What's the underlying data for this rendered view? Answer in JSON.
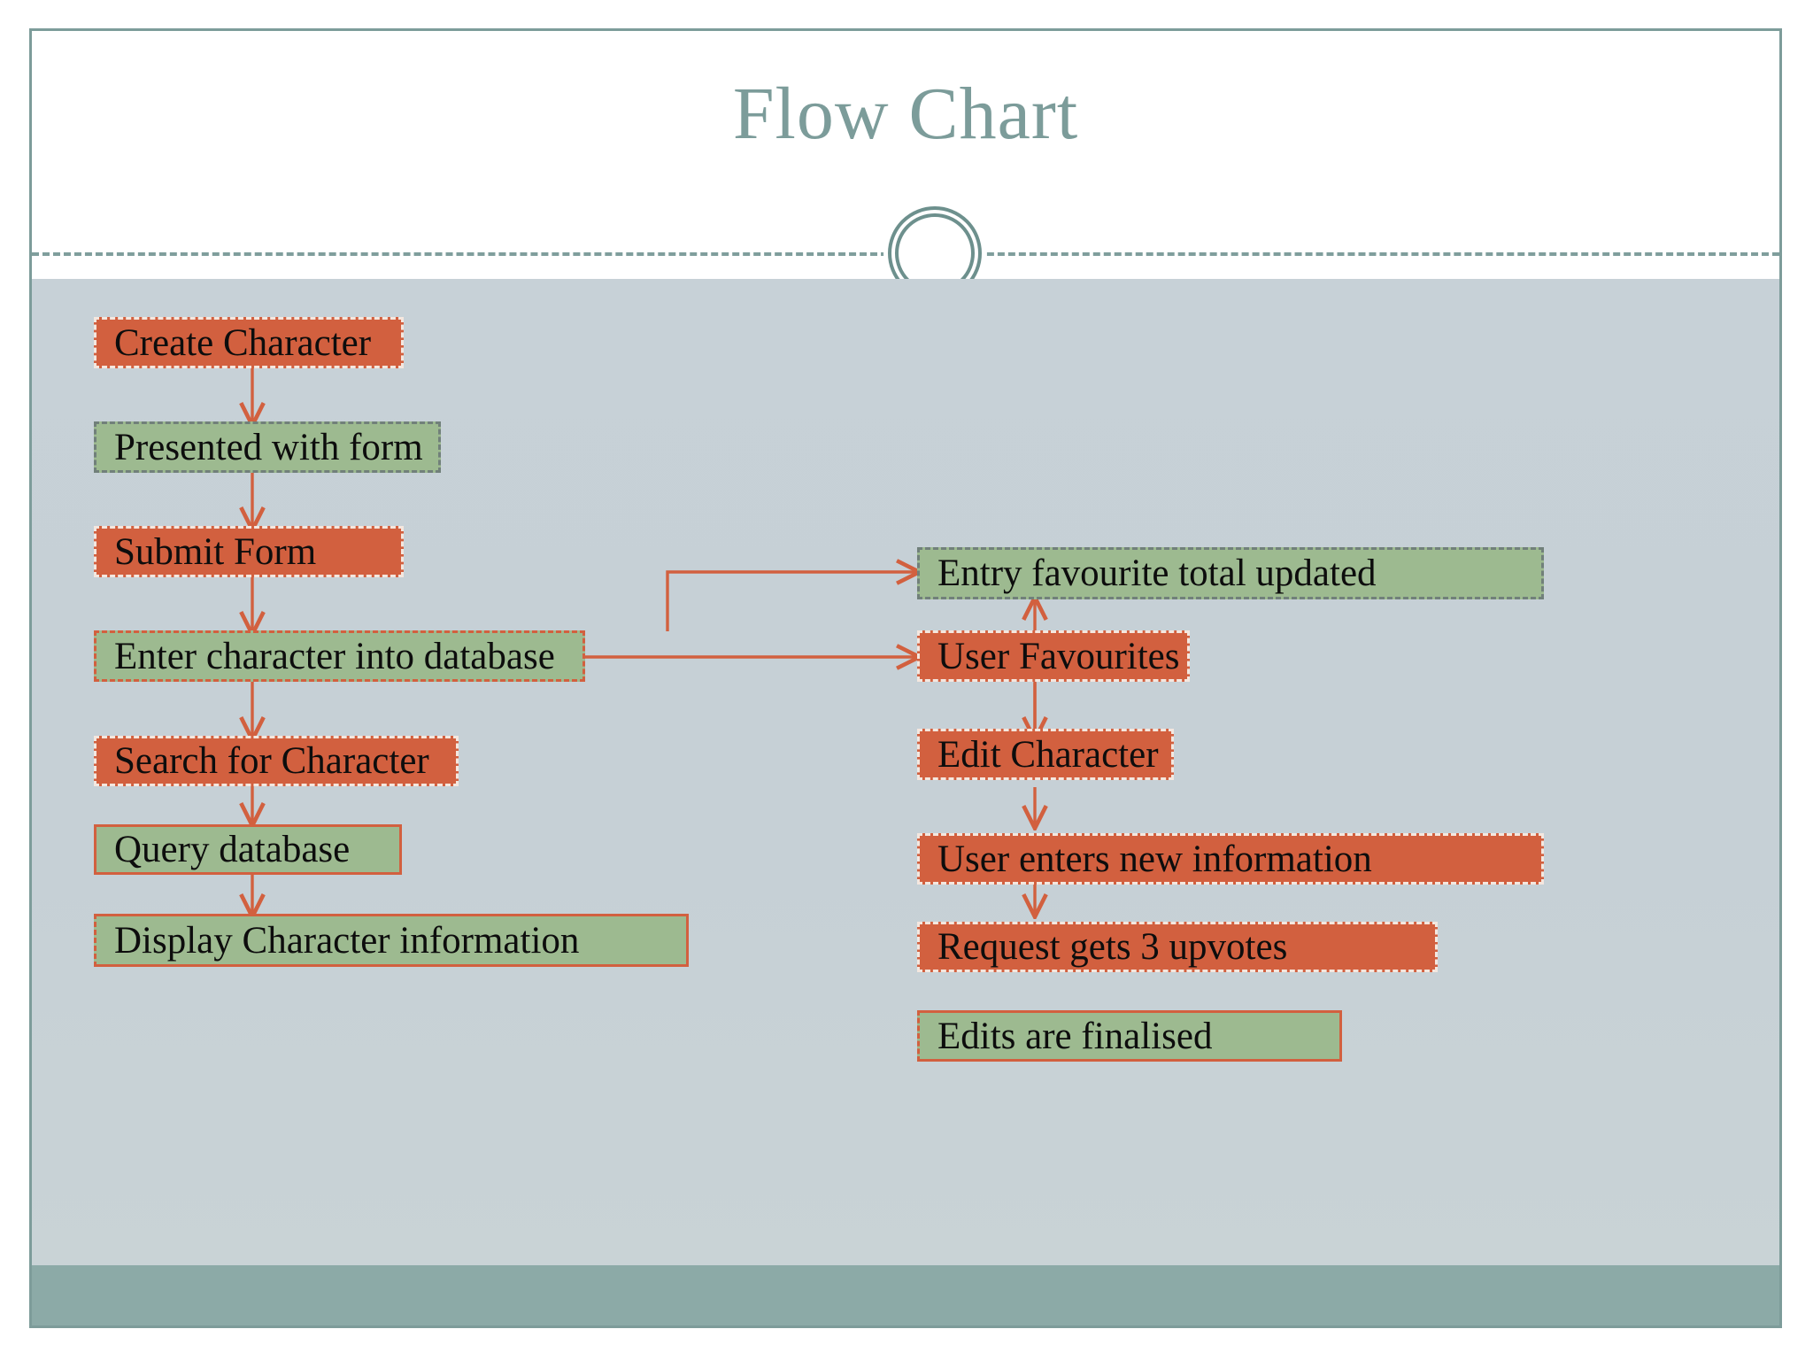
{
  "slide": {
    "title": "Flow Chart",
    "accent_color": "#7c9c9a",
    "body_bg": "#c6d0d6",
    "footer_color": "#8caaa7",
    "orange": "#d2603f",
    "green": "#9dba90",
    "arrow_color": "#d2603f"
  },
  "chart_data": {
    "type": "diagram",
    "title": "Flow Chart",
    "nodes": [
      {
        "id": "create-character",
        "label": "Create Character",
        "column": "left",
        "fill": "#d2603f",
        "border": "dashed-white"
      },
      {
        "id": "presented-with-form",
        "label": "Presented with form",
        "column": "left",
        "fill": "#9dba90",
        "border": "dashed-gray"
      },
      {
        "id": "submit-form",
        "label": "Submit Form",
        "column": "left",
        "fill": "#d2603f",
        "border": "dashed-white"
      },
      {
        "id": "enter-character-into-database",
        "label": "Enter character into database",
        "column": "left",
        "fill": "#9dba90",
        "border": "dashed-orange"
      },
      {
        "id": "search-for-character",
        "label": "Search for Character",
        "column": "left",
        "fill": "#d2603f",
        "border": "dashed-white"
      },
      {
        "id": "query-database",
        "label": "Query database",
        "column": "left",
        "fill": "#9dba90",
        "border": "solid-orange"
      },
      {
        "id": "display-character-information",
        "label": "Display Character information",
        "column": "left",
        "fill": "#9dba90",
        "border": "solid-orange"
      },
      {
        "id": "entry-favourite-total-updated",
        "label": "Entry favourite total updated",
        "column": "right",
        "fill": "#9dba90",
        "border": "dashed-gray"
      },
      {
        "id": "user-favourites",
        "label": "User Favourites",
        "column": "right",
        "fill": "#d2603f",
        "border": "dashed-white"
      },
      {
        "id": "edit-character",
        "label": "Edit Character",
        "column": "right",
        "fill": "#d2603f",
        "border": "dashed-white"
      },
      {
        "id": "user-enters-new-information",
        "label": "User enters new information",
        "column": "right",
        "fill": "#d2603f",
        "border": "dashed-white"
      },
      {
        "id": "request-gets-3-upvotes",
        "label": "Request gets 3 upvotes",
        "column": "right",
        "fill": "#d2603f",
        "border": "dashed-white"
      },
      {
        "id": "edits-are-finalised",
        "label": "Edits are finalised",
        "column": "right",
        "fill": "#9dba90",
        "border": "solid-orange"
      }
    ],
    "edges": [
      {
        "from": "create-character",
        "to": "presented-with-form",
        "style": "straight-down"
      },
      {
        "from": "presented-with-form",
        "to": "submit-form",
        "style": "straight-down"
      },
      {
        "from": "submit-form",
        "to": "enter-character-into-database",
        "style": "straight-down"
      },
      {
        "from": "enter-character-into-database",
        "to": "search-for-character",
        "style": "straight-down"
      },
      {
        "from": "search-for-character",
        "to": "query-database",
        "style": "straight-down"
      },
      {
        "from": "query-database",
        "to": "display-character-information",
        "style": "straight-down"
      },
      {
        "from": "enter-character-into-database",
        "to": "user-favourites",
        "style": "elbow-up-right"
      },
      {
        "from": "enter-character-into-database",
        "to": "edit-character",
        "style": "straight-right"
      },
      {
        "from": "user-favourites",
        "to": "entry-favourite-total-updated",
        "style": "straight-up"
      },
      {
        "from": "edit-character",
        "to": "user-enters-new-information",
        "style": "straight-down"
      },
      {
        "from": "user-enters-new-information",
        "to": "request-gets-3-upvotes",
        "style": "straight-down"
      },
      {
        "from": "request-gets-3-upvotes",
        "to": "edits-are-finalised",
        "style": "straight-down"
      }
    ]
  }
}
